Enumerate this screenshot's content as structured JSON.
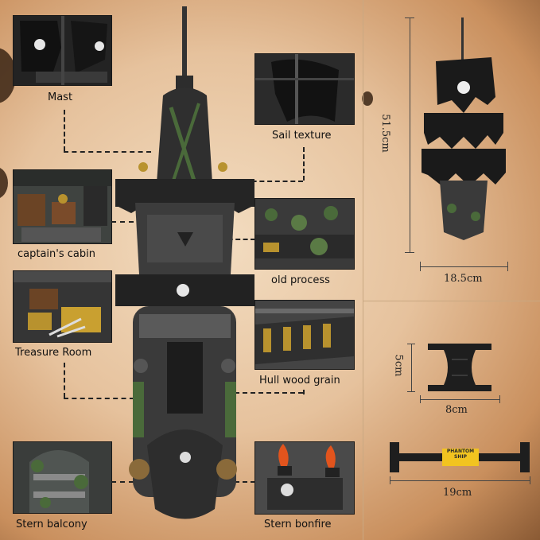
{
  "labels": {
    "mast": "Mast",
    "sail_texture": "Sail texture",
    "captains_cabin": "captain's cabin",
    "old_process": "old process",
    "treasure_room": "Treasure Room",
    "hull_wood_grain": "Hull wood grain",
    "stern_balcony": "Stern balcony",
    "stern_bonfire": "Stern bonfire"
  },
  "dimensions": {
    "height": "51.5cm",
    "width": "18.5cm",
    "stand_height": "5cm",
    "stand_width": "8cm",
    "base_length": "19cm"
  },
  "nameplate": {
    "line1": "PHANTOM",
    "line2": "SHIP"
  },
  "colors": {
    "parchment": "#e6c29d",
    "ship_dark": "#2b2b2b",
    "moss_green": "#4a6a3a",
    "gold_accent": "#b8922e",
    "flame": "#e2541d",
    "nameplate_yellow": "#f2c420"
  }
}
